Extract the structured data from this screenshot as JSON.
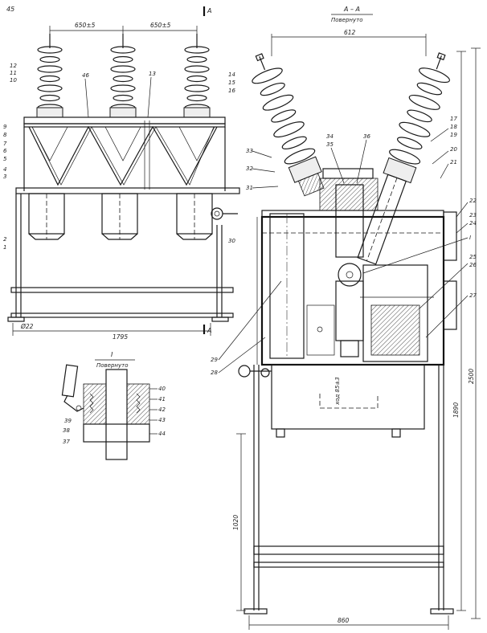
{
  "sheet": {
    "corner_number": "45",
    "front_view": {
      "dims": {
        "spacing_left": "650±5",
        "spacing_right": "650±5",
        "overall_width": "1795",
        "bolt_dia": "Ø22"
      },
      "labels_left": [
        "12",
        "11",
        "10",
        "9",
        "8",
        "7",
        "6",
        "5",
        "4",
        "3",
        "2",
        "1"
      ],
      "labels_top": [
        "46",
        "13"
      ],
      "labels_right": [
        "14",
        "15",
        "16",
        "30"
      ],
      "section_mark": "A"
    },
    "section_view": {
      "title": "А – А",
      "subtitle": "Повернуто",
      "dims": {
        "top_width": "612",
        "base_width": "860",
        "frame_height": "1020",
        "total_height": "1890",
        "overall_height": "2500",
        "stroke_note": "ход 85±3"
      },
      "labels_left": [
        "33",
        "32",
        "31",
        "29",
        "28"
      ],
      "labels_top": [
        "34",
        "35",
        "36"
      ],
      "labels_right": [
        "17",
        "18",
        "19",
        "20",
        "21",
        "22",
        "23",
        "24",
        "I",
        "25",
        "26",
        "27"
      ]
    },
    "detail_view": {
      "title": "I",
      "subtitle": "Повернуто",
      "labels_left": [
        "39",
        "38",
        "37"
      ],
      "labels_right": [
        "40",
        "41",
        "42",
        "43",
        "44"
      ]
    }
  }
}
